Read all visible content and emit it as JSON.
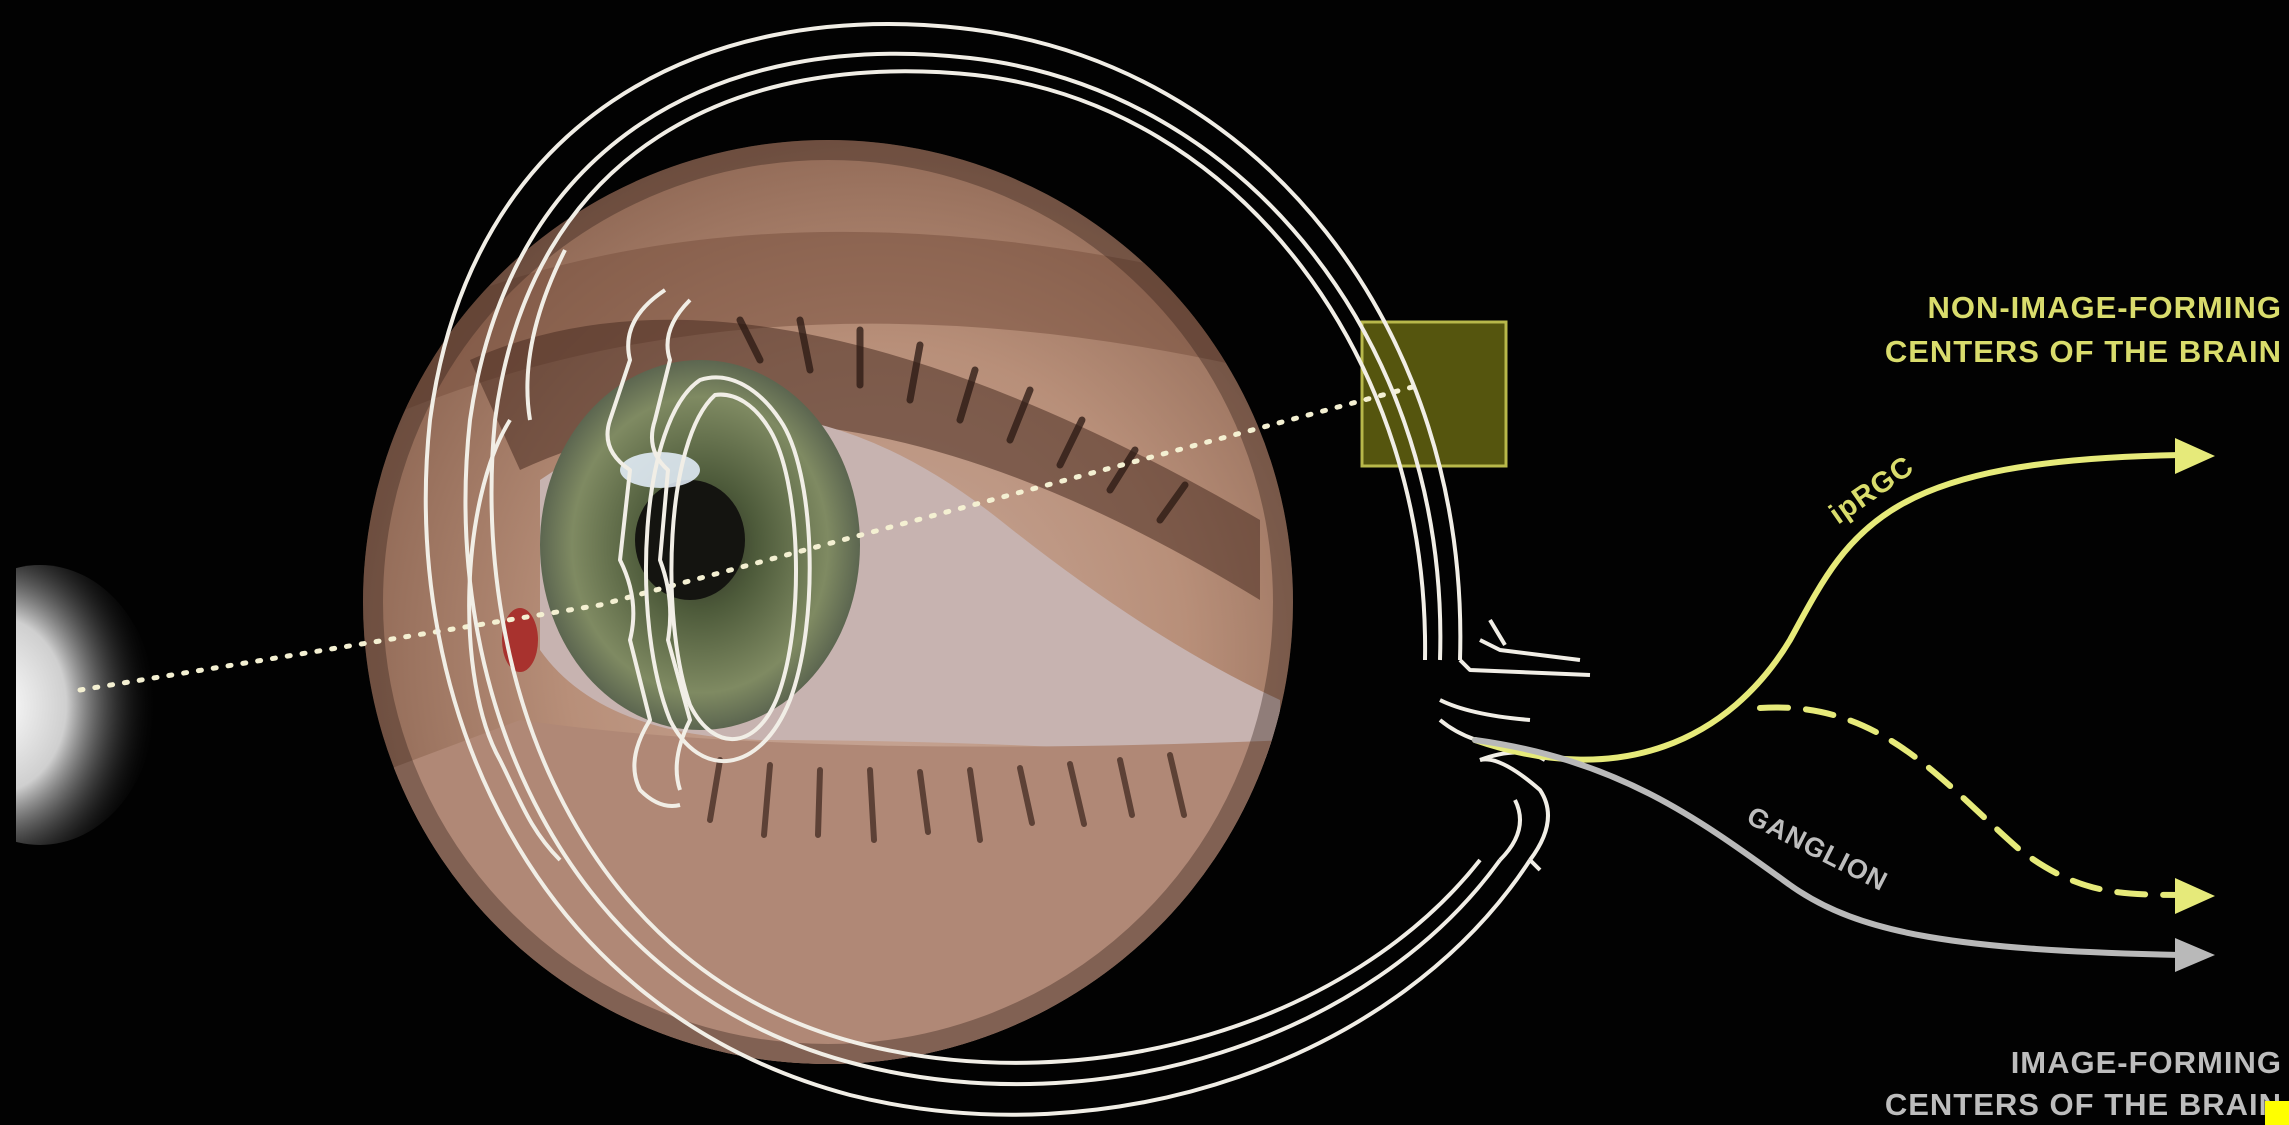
{
  "labels": {
    "non_image_line1": "NON-IMAGE-FORMING",
    "non_image_line2": "CENTERS OF THE BRAIN",
    "image_line1": "IMAGE-FORMING",
    "image_line2": "CENTERS OF THE BRAIN",
    "iprgc": "ipRGC",
    "ganglion": "GANGLION"
  },
  "colors": {
    "background": "#020202",
    "outline": "#f1eee6",
    "iprgc_pathway": "#e6ea7a",
    "ganglion_pathway": "#b9b9b9",
    "label_yellow": "#d9dc6c",
    "label_grey": "#bdbdbd",
    "retina_box": "#6a6a12",
    "corner_marker": "#ffff00"
  }
}
